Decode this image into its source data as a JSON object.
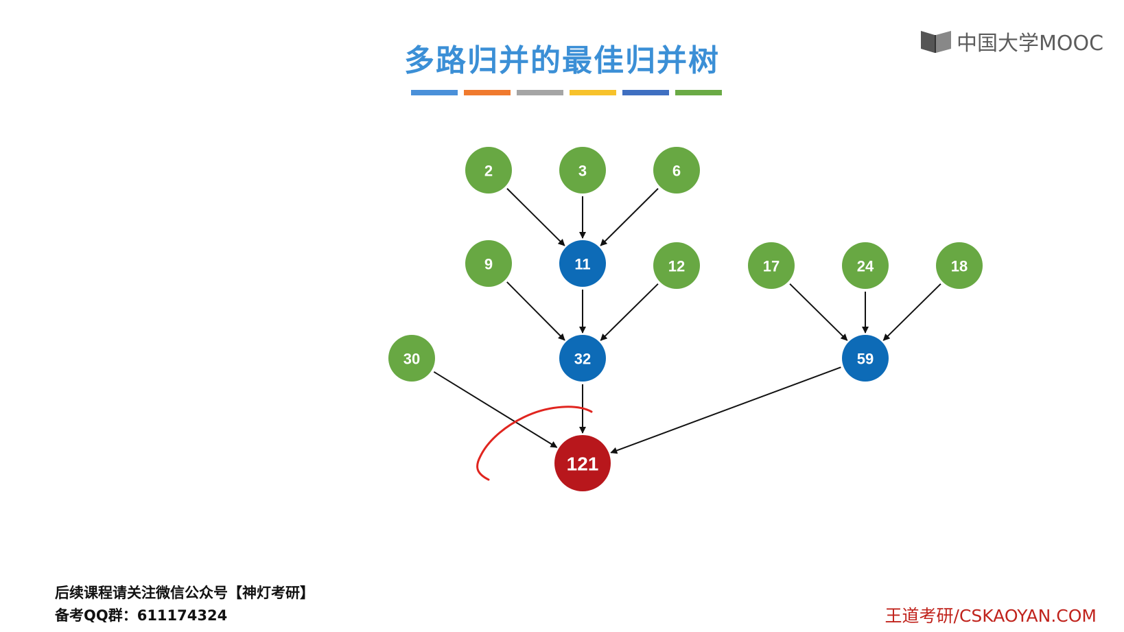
{
  "title": "多路归并的最佳归并树",
  "color_bar": [
    "#4a90d9",
    "#f07a2e",
    "#a5a5a5",
    "#f7c22b",
    "#3f6fc1",
    "#6aaa45"
  ],
  "logo": {
    "text": "中国大学MOOC",
    "icon": "mooc-book-icon"
  },
  "colors": {
    "leaf": "#68a843",
    "internal": "#0d6bb7",
    "root": "#b8171c",
    "annotation": "#e0251f"
  },
  "tree": {
    "nodes": [
      {
        "id": "n2",
        "label": "2",
        "kind": "leaf"
      },
      {
        "id": "n3",
        "label": "3",
        "kind": "leaf"
      },
      {
        "id": "n6",
        "label": "6",
        "kind": "leaf"
      },
      {
        "id": "n9",
        "label": "9",
        "kind": "leaf"
      },
      {
        "id": "n11",
        "label": "11",
        "kind": "internal"
      },
      {
        "id": "n12",
        "label": "12",
        "kind": "leaf"
      },
      {
        "id": "n17",
        "label": "17",
        "kind": "leaf"
      },
      {
        "id": "n24",
        "label": "24",
        "kind": "leaf"
      },
      {
        "id": "n18",
        "label": "18",
        "kind": "leaf"
      },
      {
        "id": "n30",
        "label": "30",
        "kind": "leaf"
      },
      {
        "id": "n32",
        "label": "32",
        "kind": "internal"
      },
      {
        "id": "n59",
        "label": "59",
        "kind": "internal"
      },
      {
        "id": "n121",
        "label": "121",
        "kind": "root"
      }
    ],
    "edges": [
      [
        "n2",
        "n11"
      ],
      [
        "n3",
        "n11"
      ],
      [
        "n6",
        "n11"
      ],
      [
        "n9",
        "n32"
      ],
      [
        "n11",
        "n32"
      ],
      [
        "n12",
        "n32"
      ],
      [
        "n17",
        "n59"
      ],
      [
        "n24",
        "n59"
      ],
      [
        "n18",
        "n59"
      ],
      [
        "n30",
        "n121"
      ],
      [
        "n32",
        "n121"
      ],
      [
        "n59",
        "n121"
      ]
    ]
  },
  "footer": {
    "line1": "后续课程请关注微信公众号【神灯考研】",
    "line2": "备考QQ群：611174324",
    "brand": "王道考研/CSKAOYAN.COM"
  }
}
